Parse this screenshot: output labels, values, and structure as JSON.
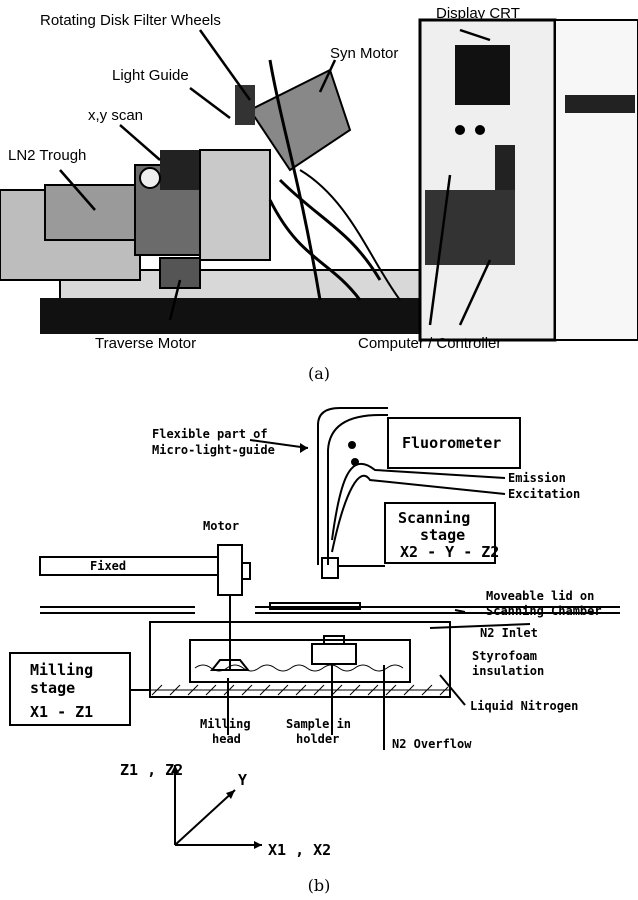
{
  "figure_a": {
    "caption": "(a)",
    "callouts": {
      "rotating_disk_filter_wheels": "Rotating Disk Filter Wheels",
      "display_crt": "Display CRT",
      "light_guide": "Light Guide",
      "syn_motor": "Syn Motor",
      "xy_scan": "x,y scan",
      "ln2_trough": "LN2 Trough",
      "traverse_motor": "Traverse Motor",
      "computer_controller": "Computer / Controller"
    }
  },
  "figure_b": {
    "caption": "(b)",
    "labels": {
      "flexible_part_1": "Flexible part of",
      "flexible_part_2": "Micro-light-guide",
      "fluorometer": "Fluorometer",
      "emission": "Emission",
      "excitation": "Excitation",
      "motor": "Motor",
      "scanning_stage_1": "Scanning",
      "scanning_stage_2": "stage",
      "scanning_stage_axes": "X2 - Y - Z2",
      "fixed": "Fixed",
      "moveable_lid_1": "Moveable lid on",
      "moveable_lid_2": "Scanning Chamber",
      "n2_inlet": "N2 Inlet",
      "styrofoam_1": "Styrofoam",
      "styrofoam_2": "insulation",
      "liquid_nitrogen": "Liquid Nitrogen",
      "milling_stage_1": "Milling",
      "milling_stage_2": "stage",
      "milling_stage_axes": "X1 - Z1",
      "milling_head_1": "Milling",
      "milling_head_2": "head",
      "sample_1": "Sample in",
      "sample_2": "holder",
      "n2_overflow": "N2 Overflow",
      "axis_z": "Z1 , Z2",
      "axis_y": "Y",
      "axis_x": "X1 , X2"
    }
  }
}
